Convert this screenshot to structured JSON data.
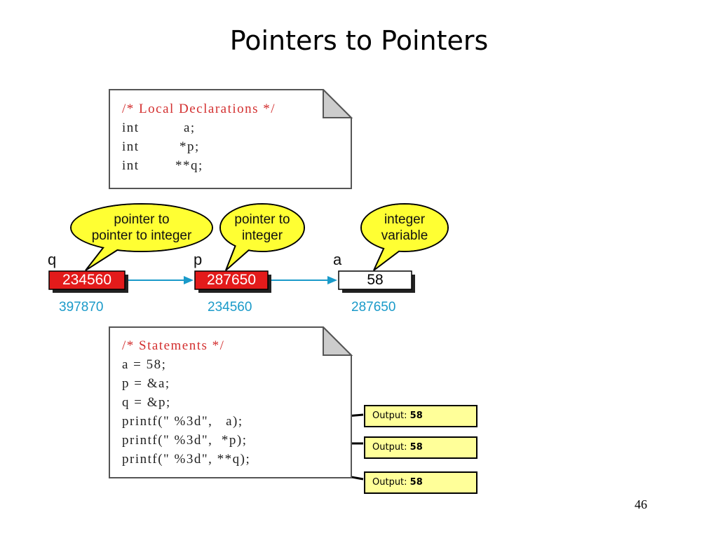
{
  "slide": {
    "title": "Pointers to Pointers",
    "page_number": "46"
  },
  "declarations": {
    "comment": "/* Local Declarations */",
    "lines": [
      {
        "type": "int",
        "name": "a;"
      },
      {
        "type": "int",
        "name": "*p;"
      },
      {
        "type": "int",
        "name": "**q;"
      }
    ]
  },
  "variables": [
    {
      "name": "q",
      "value": "234560",
      "address": "397870",
      "callout": [
        "pointer to",
        "pointer to integer"
      ],
      "highlight": "#e31b1b"
    },
    {
      "name": "p",
      "value": "287650",
      "address": "234560",
      "callout": [
        "pointer to",
        "integer"
      ],
      "highlight": "#e31b1b"
    },
    {
      "name": "a",
      "value": "58",
      "address": "287650",
      "callout": [
        "integer",
        "variable"
      ],
      "highlight": "#ffffff"
    }
  ],
  "statements": {
    "comment": "/* Statements */",
    "lines": [
      "a = 58;",
      "p = &a;",
      "q = &p;",
      "printf(\" %3d\",   a);",
      "printf(\" %3d\",  *p);",
      "printf(\" %3d\", **q);"
    ]
  },
  "outputs": [
    {
      "label": "Output:",
      "value": "58"
    },
    {
      "label": "Output:",
      "value": "58"
    },
    {
      "label": "Output:",
      "value": "58"
    }
  ],
  "colors": {
    "comment": "#d32f2f",
    "address": "#1a9ac9",
    "callout_fill": "#ffff33",
    "pointer_box": "#e31b1b",
    "arrow": "#1a9ac9",
    "output_fill": "#ffff99"
  }
}
